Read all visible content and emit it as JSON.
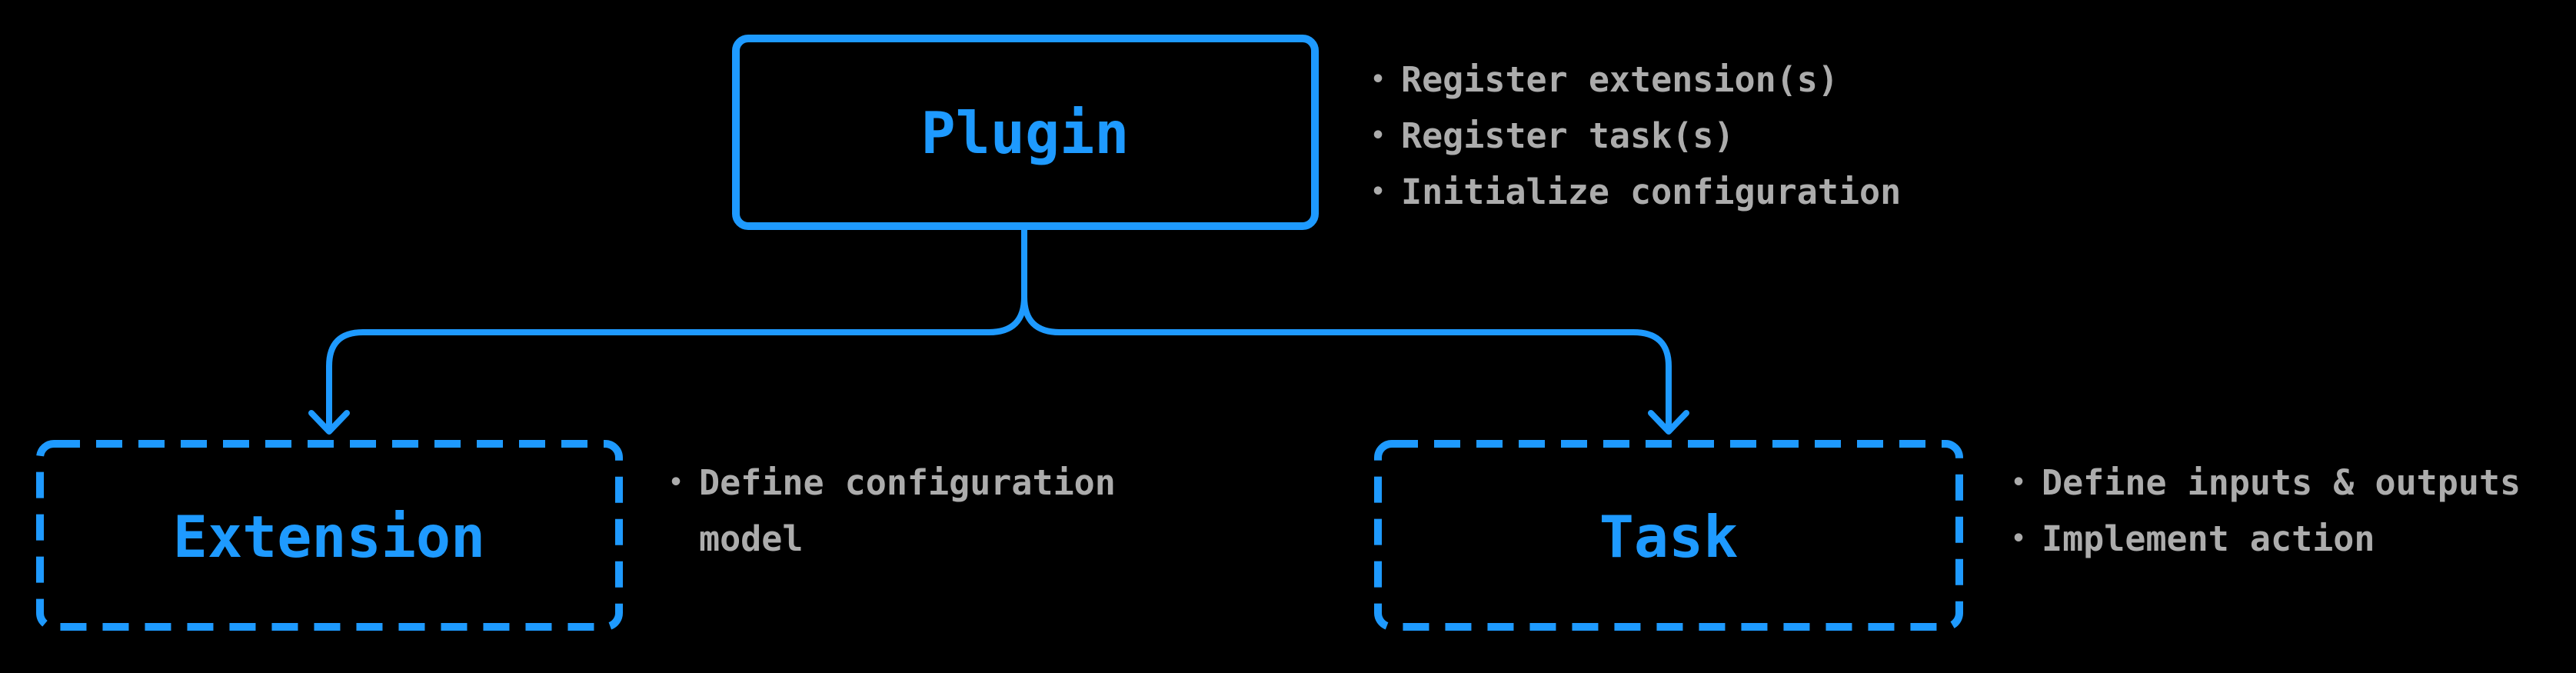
{
  "palette": {
    "accent": "#1E9AFF",
    "text": "#ACACAC",
    "background": "#000000"
  },
  "ui": {
    "bullet_char": "•"
  },
  "nodes": {
    "plugin": {
      "label": "Plugin",
      "style": "solid-border",
      "bullets": [
        "Register extension(s)",
        "Register task(s)",
        "Initialize configuration"
      ]
    },
    "extension": {
      "label": "Extension",
      "style": "dashed-border",
      "bullets": [
        "Define configuration model"
      ]
    },
    "task": {
      "label": "Task",
      "style": "dashed-border",
      "bullets": [
        "Define inputs & outputs",
        "Implement action"
      ]
    }
  },
  "edges": [
    {
      "from": "plugin",
      "to": "extension",
      "arrow": "down"
    },
    {
      "from": "plugin",
      "to": "task",
      "arrow": "down"
    }
  ]
}
